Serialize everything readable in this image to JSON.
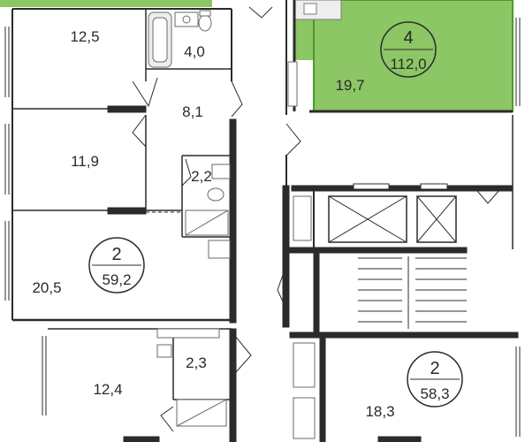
{
  "apartments": [
    {
      "id": "apt-left",
      "rooms": "2",
      "total_area": "59,2",
      "highlighted": false
    },
    {
      "id": "apt-green",
      "rooms": "4",
      "total_area": "112,0",
      "highlighted": true
    },
    {
      "id": "apt-bottom-right",
      "rooms": "2",
      "total_area": "58,3",
      "highlighted": false
    }
  ],
  "room_areas": {
    "left_top_room": "12,5",
    "bath_top": "4,0",
    "hall_mid": "8,1",
    "left_middle_room": "11,9",
    "wc_small": "2,2",
    "left_living": "20,5",
    "bottom_left_room": "12,4",
    "bath_bottom": "2,3",
    "green_room": "19,7",
    "bottom_right_room": "18,3"
  },
  "colors": {
    "highlight_fill": "#8cc665",
    "highlight_border": "#4c9a2a",
    "wall": "#2b2b2b",
    "thin_line": "#7a7a7a",
    "background": "#ffffff"
  }
}
